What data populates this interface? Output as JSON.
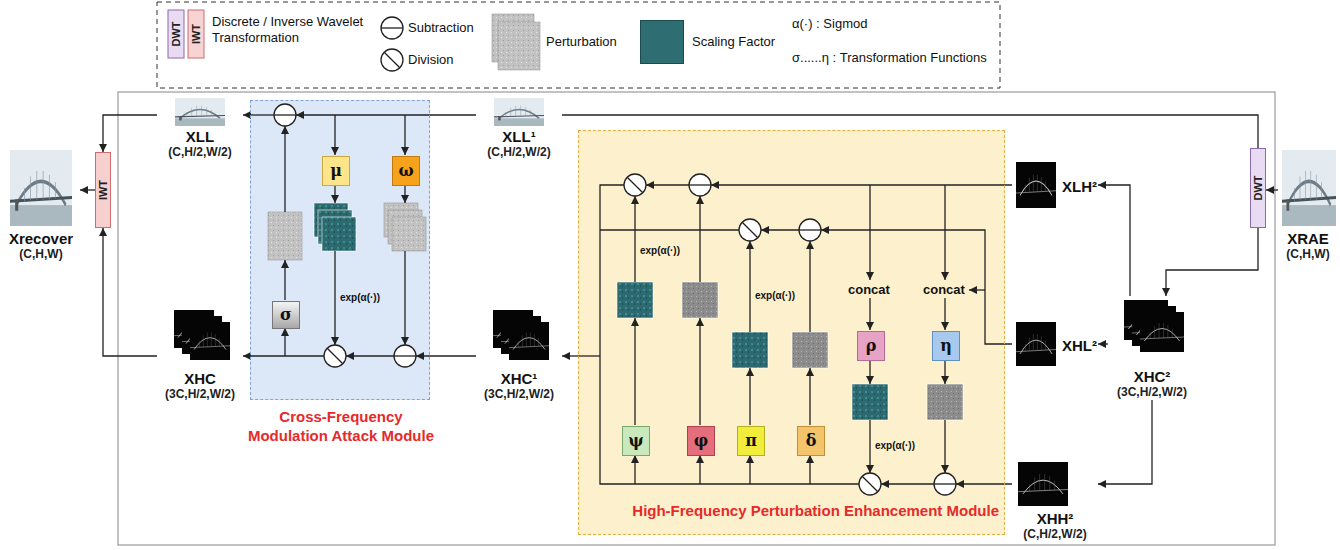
{
  "diagram": {
    "nodes": [
      {
        "text": [
          "Xrecover",
          "(C,H,W)"
        ]
      },
      {
        "text": [
          "IWT"
        ]
      },
      {
        "text": [
          "XLL",
          "(C,H/2,W/2)"
        ]
      },
      {
        "text": [
          "XHC",
          "(3C,H/2,W/2)"
        ]
      },
      {
        "text": [
          "Cross-Frequency Modulation Attack Module"
        ]
      },
      {
        "text": [
          "σ"
        ],
        "in": 4
      },
      {
        "text": [
          "μ"
        ],
        "in": 4
      },
      {
        "text": [
          "ω"
        ],
        "in": 4
      },
      {
        "text": [
          "XLL¹",
          "(C,H/2,W/2)"
        ]
      },
      {
        "text": [
          "XHC¹",
          "(3C,H/2,W/2)"
        ]
      },
      {
        "text": [
          "High-Frequency Perturbation Enhancement Module"
        ]
      },
      {
        "text": [
          "ψ"
        ],
        "in": 10
      },
      {
        "text": [
          "φ"
        ],
        "in": 10
      },
      {
        "text": [
          "π"
        ],
        "in": 10
      },
      {
        "text": [
          "δ"
        ],
        "in": 10
      },
      {
        "text": [
          "ρ"
        ],
        "in": 10
      },
      {
        "text": [
          "η"
        ],
        "in": 10
      },
      {
        "text": [
          "XLH²"
        ]
      },
      {
        "text": [
          "XHL²"
        ]
      },
      {
        "text": [
          "XHC²",
          "(3C,H/2,W/2)"
        ]
      },
      {
        "text": [
          "XHH²",
          "(C,H/2,W/2)"
        ]
      },
      {
        "text": [
          "DWT"
        ]
      },
      {
        "text": [
          "XRAE",
          "(C,H,W)"
        ]
      }
    ],
    "edges": [
      {
        "from": 22,
        "to": 21,
        "arrow": "to"
      },
      {
        "from": 21,
        "to": 8,
        "arrow": "none"
      },
      {
        "from": 21,
        "to": 19,
        "arrow": "to"
      },
      {
        "from": 19,
        "to": 17,
        "arrow": "to"
      },
      {
        "from": 19,
        "to": 18,
        "arrow": "to"
      },
      {
        "from": 19,
        "to": 20,
        "arrow": "to"
      },
      {
        "from": 10,
        "to": 9,
        "arrow": "to"
      },
      {
        "from": 2,
        "to": 1,
        "arrow": "to"
      },
      {
        "from": 3,
        "to": 1,
        "arrow": "to"
      },
      {
        "from": 1,
        "to": 0,
        "arrow": "to"
      }
    ],
    "labels": [
      "DWT",
      "IWT",
      "α(·) : Sigmod",
      "σ......η : Transformation Functions",
      "exp(α(·))",
      "exp(α(·))",
      "exp(α(·))",
      "exp(α(·))",
      "concat",
      "concat"
    ],
    "legend": [
      {
        "text": "Discrete / Inverse Wavelet Transformation"
      },
      {
        "text": "Subtraction"
      },
      {
        "text": "Division"
      },
      {
        "text": "Perturbation"
      },
      {
        "text": "Scaling Factor",
        "color": "#2e6e73"
      }
    ]
  }
}
